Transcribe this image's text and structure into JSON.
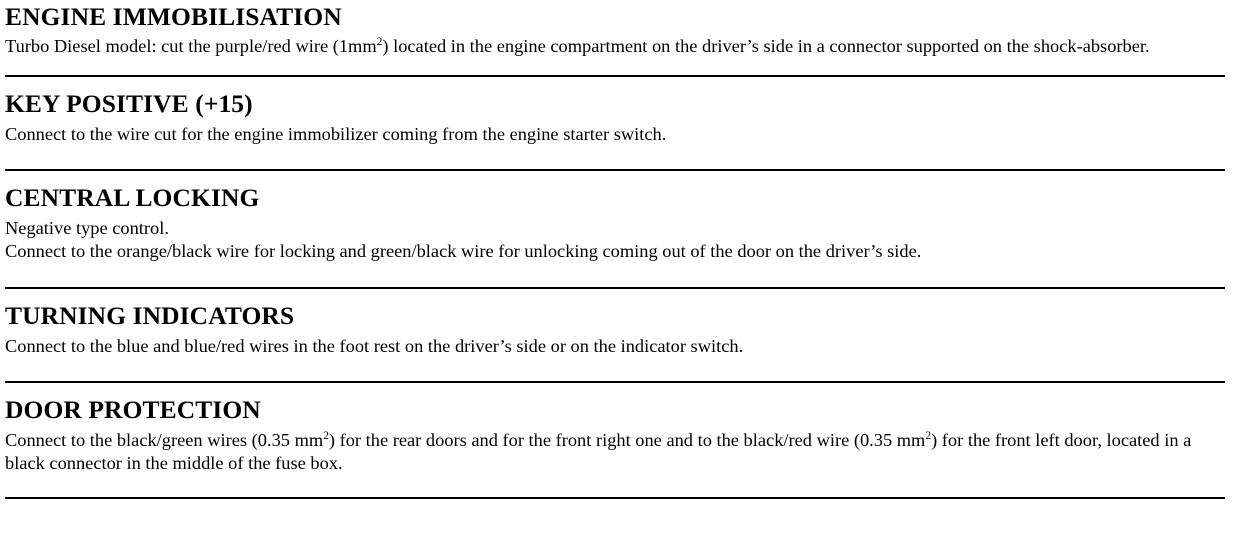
{
  "document": {
    "type": "vehicle-alarm-wiring-instruction-sheet",
    "rule_color": "#000000",
    "text_color": "#000000",
    "background_color": "#ffffff"
  },
  "sections": [
    {
      "id": "engine-immobilisation",
      "heading": "ENGINE IMMOBILISATION",
      "paragraphs": [
        "Turbo Diesel model: cut the purple/red wire (1mm²) located in the engine compartment on the driver’s side in a connector supported on the shock-absorber."
      ]
    },
    {
      "id": "key-positive",
      "heading": "KEY POSITIVE (+15)",
      "paragraphs": [
        "Connect to the wire cut for the engine immobilizer coming from the engine starter switch."
      ]
    },
    {
      "id": "central-locking",
      "heading": "CENTRAL LOCKING",
      "paragraphs": [
        "Negative type control.",
        "Connect to the orange/black wire for locking and green/black wire for unlocking coming out of the door on the driver’s side."
      ]
    },
    {
      "id": "turning-indicators",
      "heading": "TURNING INDICATORS",
      "paragraphs": [
        "Connect to the blue and blue/red wires in the foot rest on the driver’s side or on the indicator switch."
      ]
    },
    {
      "id": "door-protection",
      "heading": "DOOR PROTECTION",
      "paragraphs": [
        "Connect to the black/green wires (0.35 mm²) for the rear doors and for the front right one and to the black/red wire (0.35 mm²) for the front left door, located in a black connector in the middle of the fuse box."
      ]
    }
  ]
}
